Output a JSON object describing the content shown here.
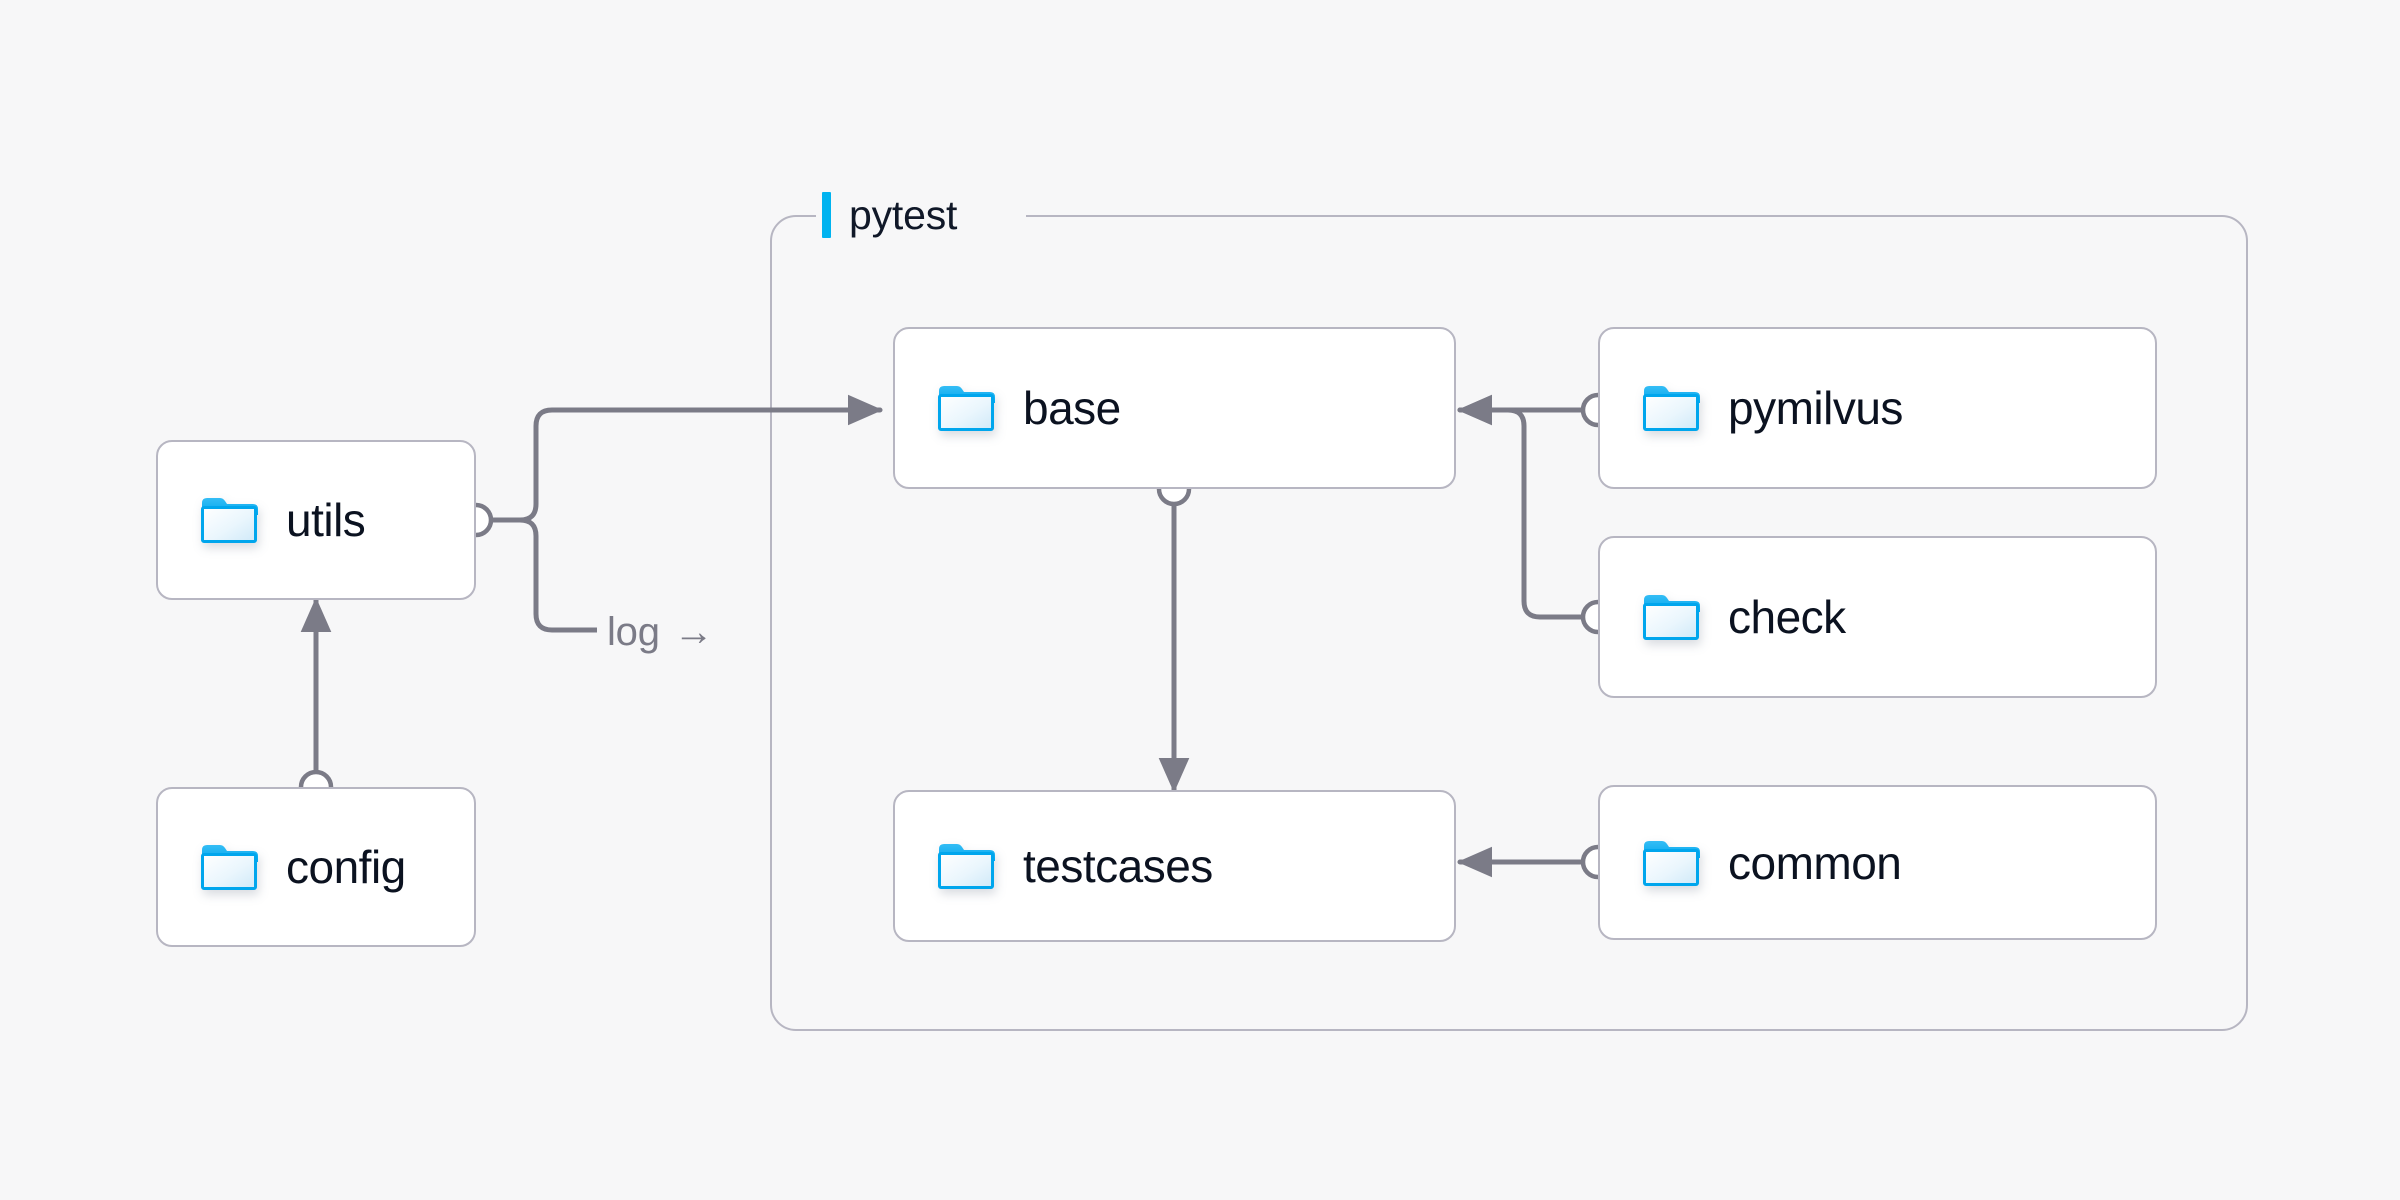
{
  "diagram": {
    "title": "pytest",
    "background_color": "#f7f7f8",
    "node_border_color": "#b7b6c2",
    "node_fill_color": "#ffffff",
    "edge_color": "#7b7b87",
    "accent_color": "#00b3f0",
    "label_color": "#0b1220"
  },
  "group": {
    "label": "pytest",
    "accent_bar_color": "#00b3f0"
  },
  "nodes": [
    {
      "id": "utils",
      "label": "utils",
      "icon": "folder-icon"
    },
    {
      "id": "config",
      "label": "config",
      "icon": "folder-icon"
    },
    {
      "id": "base",
      "label": "base",
      "icon": "folder-icon"
    },
    {
      "id": "testcases",
      "label": "testcases",
      "icon": "folder-icon"
    },
    {
      "id": "pymilvus",
      "label": "pymilvus",
      "icon": "folder-icon"
    },
    {
      "id": "check",
      "label": "check",
      "icon": "folder-icon"
    },
    {
      "id": "common",
      "label": "common",
      "icon": "folder-icon"
    }
  ],
  "edges": [
    {
      "id": "utils-base",
      "from": "utils",
      "to": "base",
      "label": ""
    },
    {
      "id": "utils-log",
      "from": "utils",
      "to": "pytest",
      "label": "log"
    },
    {
      "id": "config-utils",
      "from": "config",
      "to": "utils",
      "label": ""
    },
    {
      "id": "base-testcases",
      "from": "base",
      "to": "testcases",
      "label": ""
    },
    {
      "id": "pymilvus-base",
      "from": "pymilvus",
      "to": "base",
      "label": ""
    },
    {
      "id": "check-base",
      "from": "check",
      "to": "base",
      "label": ""
    },
    {
      "id": "common-testcases",
      "from": "common",
      "to": "testcases",
      "label": ""
    }
  ],
  "edge_labels": {
    "log": "log",
    "log_arrow": "→"
  }
}
